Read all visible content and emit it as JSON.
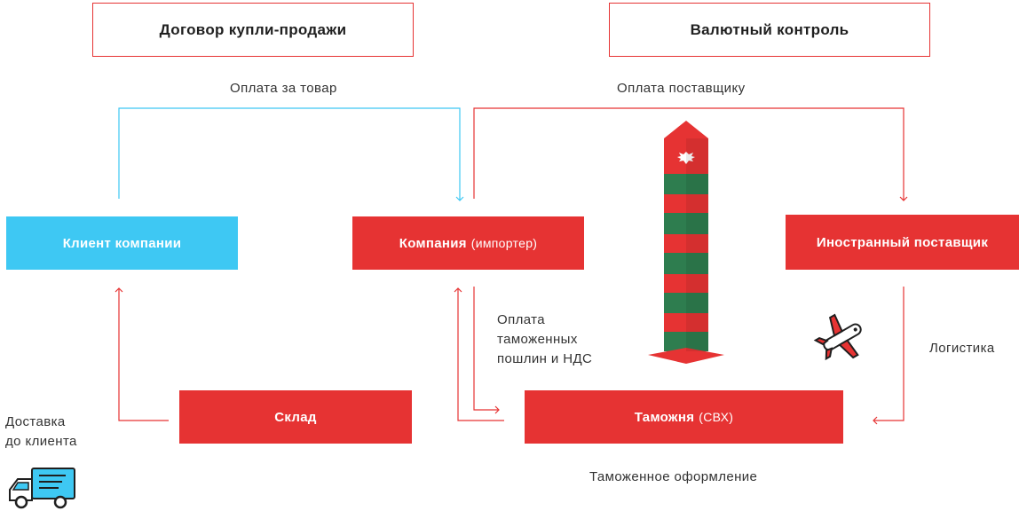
{
  "top_boxes": {
    "contract": "Договор купли-продажи",
    "currency_control": "Валютный контроль"
  },
  "nodes": {
    "client": "Клиент компании",
    "company_name": "Компания",
    "company_suffix": "(импортер)",
    "supplier": "Иностранный поставщик",
    "warehouse": "Склад",
    "customs_name": "Таможня",
    "customs_suffix": "(СВХ)"
  },
  "labels": {
    "payment_goods": "Оплата за товар",
    "payment_supplier": "Оплата поставщику",
    "payment_duties_1": "Оплата",
    "payment_duties_2": "таможенных",
    "payment_duties_3": "пошлин и НДС",
    "logistics": "Логистика",
    "delivery_1": "Доставка",
    "delivery_2": "до клиента",
    "customs_clearance": "Таможенное оформление"
  },
  "icons": {
    "border_post": "border-post-icon",
    "airplane": "airplane-icon",
    "truck": "delivery-truck-icon"
  },
  "colors": {
    "accent_red": "#e63333",
    "client_cyan": "#3ec8f3",
    "border_green": "#2e7d4f"
  }
}
